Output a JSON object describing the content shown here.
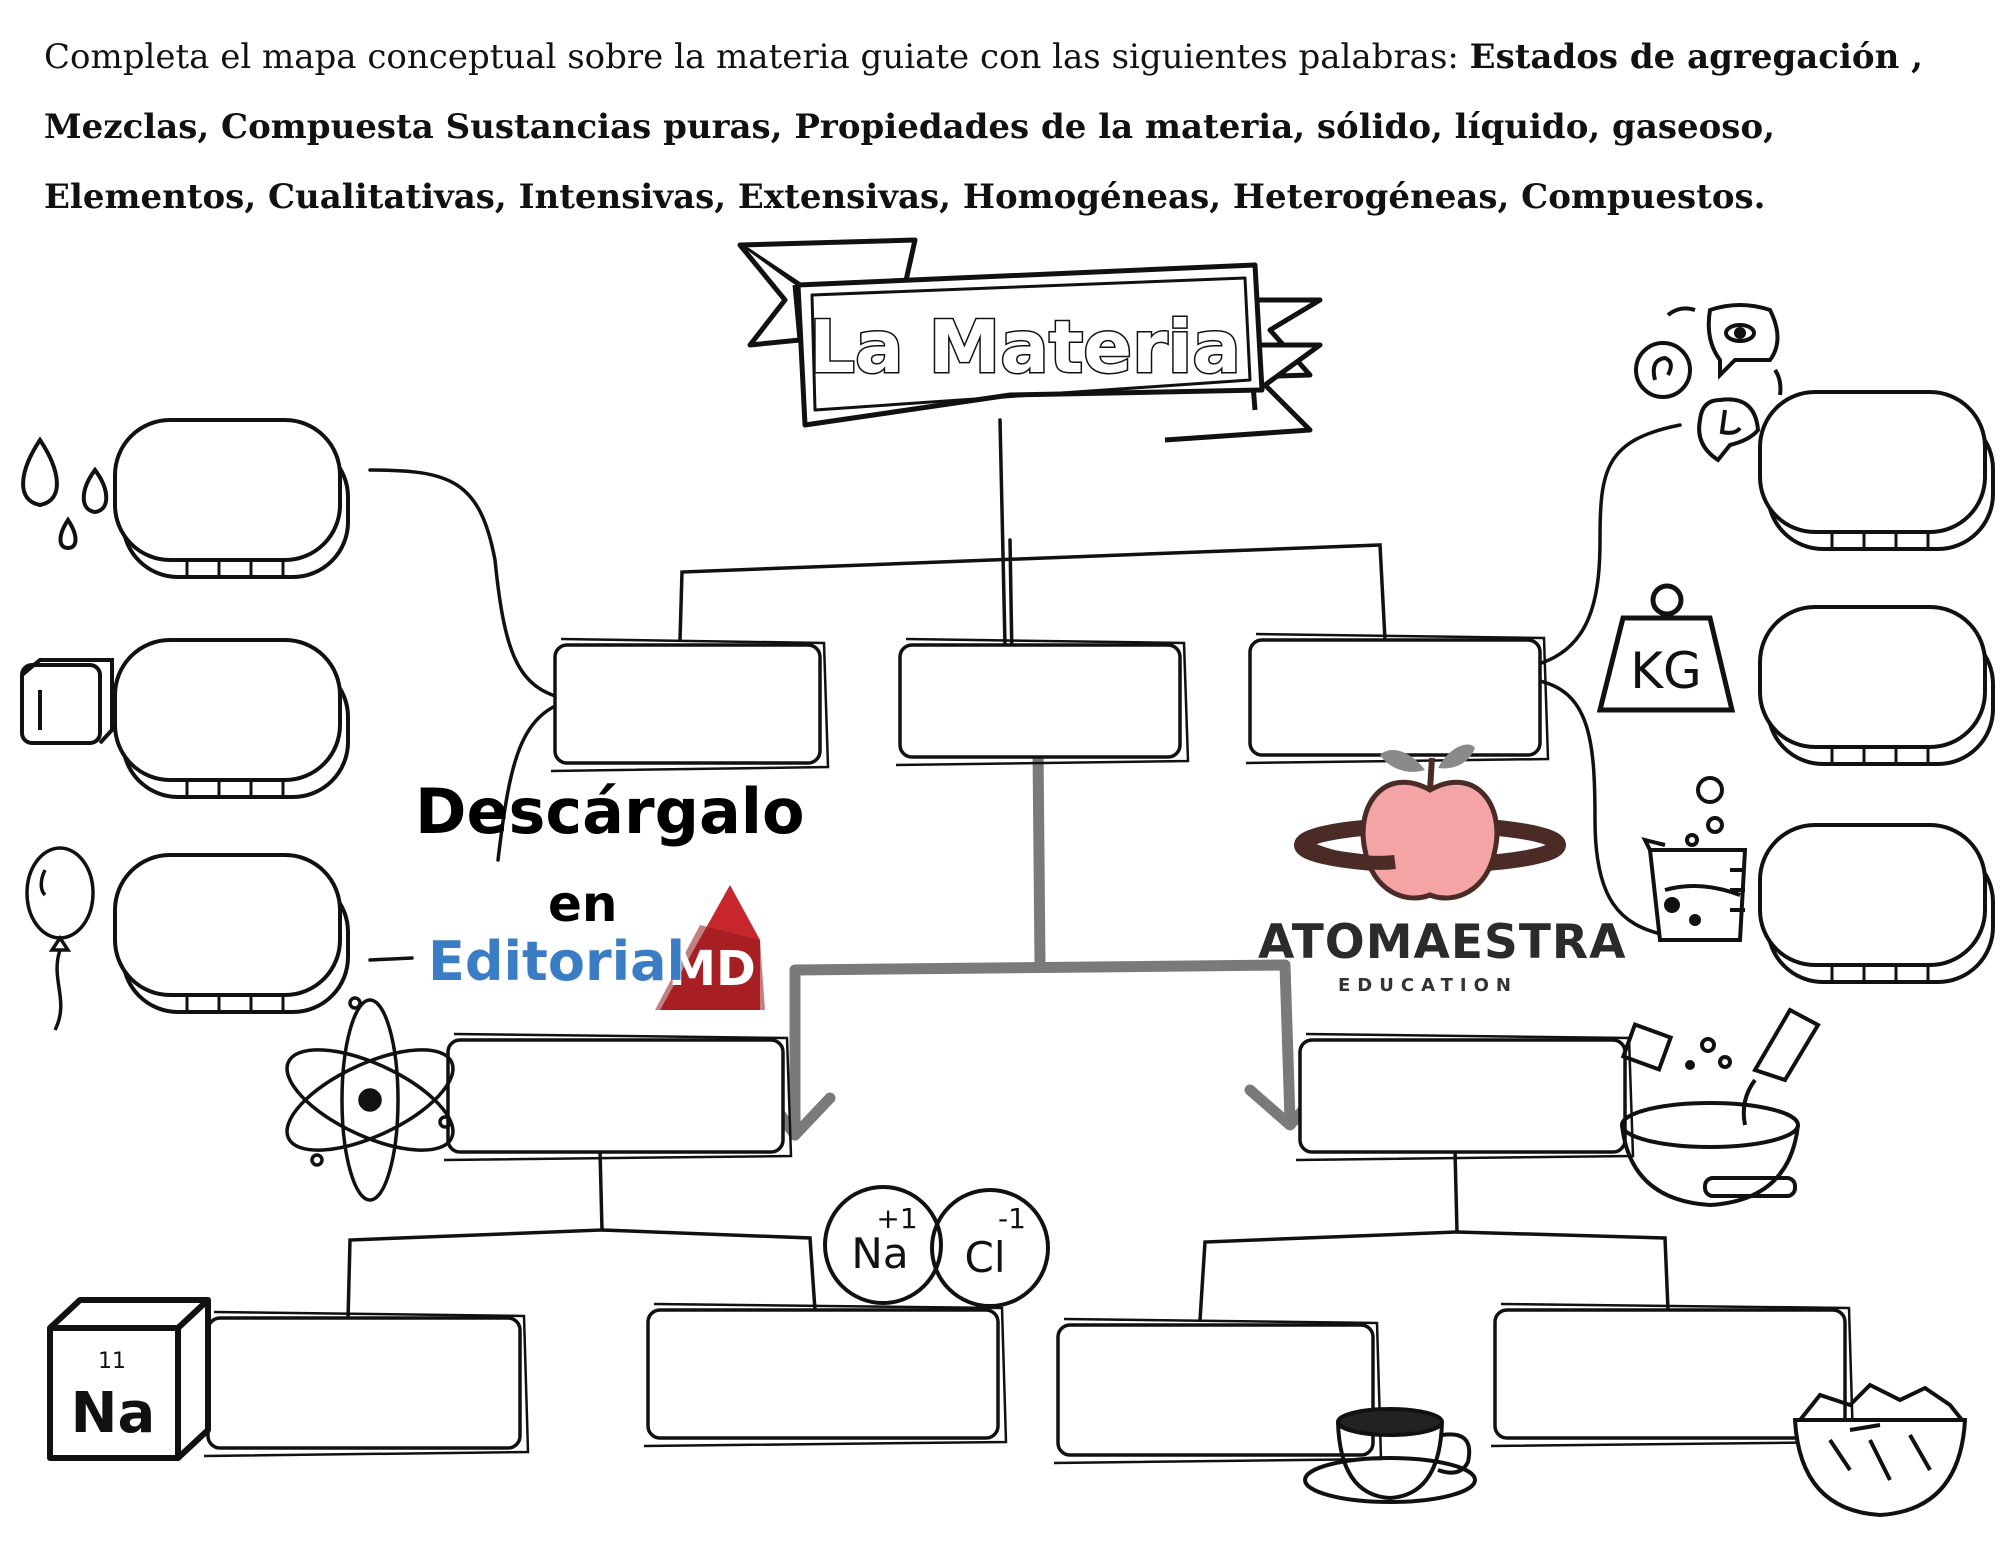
{
  "instructions": {
    "lead": "Completa el mapa conceptual  sobre la materia guiate con las siguientes palabras: ",
    "words": "Estados de agregación , Mezclas,  Compuesta Sustancias puras, Propiedades de la materia, sólido, líquido, gaseoso, Elementos, Cualitativas, Intensivas, Extensivas, Homogéneas, Heterogéneas, Compuestos."
  },
  "title": "La Materia",
  "promo": {
    "line1": "Descárgalo",
    "line2": "en",
    "line3": "Editorial",
    "logo_letters": "MD"
  },
  "brand": {
    "name": "ATOMAESTRA",
    "subtitle": "EDUCATION"
  },
  "icons": {
    "weight_label": "KG",
    "element_number": "11",
    "element_symbol": "Na",
    "ion_na": "Na",
    "ion_na_charge": "+1",
    "ion_cl": "Cl",
    "ion_cl_charge": "-1"
  },
  "colors": {
    "line": "#111111",
    "arrow": "#7a7a7a",
    "editorial_blue": "#3b7dc4",
    "md_red": "#c7262c",
    "apple_pink": "#f4a4a4",
    "planet_ring": "#4a2b26"
  }
}
